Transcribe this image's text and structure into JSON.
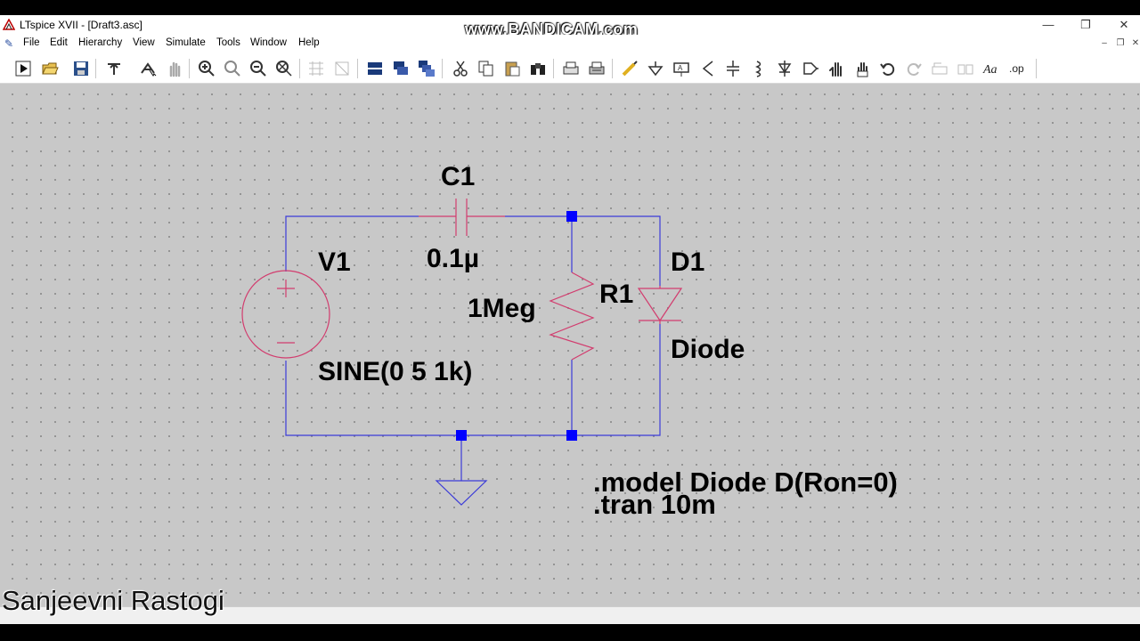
{
  "window": {
    "title": "LTspice XVII - [Draft3.asc]",
    "watermark": "www.BANDICAM.com",
    "minimize": "—",
    "restore": "❐",
    "close": "✕"
  },
  "menu": {
    "items": [
      "File",
      "Edit",
      "Hierarchy",
      "View",
      "Simulate",
      "Tools",
      "Window",
      "Help"
    ],
    "mdi_minimize": "–",
    "mdi_restore": "❐",
    "mdi_close": "✕"
  },
  "toolbar": {
    "icons": [
      "run-icon",
      "open-icon",
      "save-icon",
      "control-panel-icon",
      "pick-visible-traces-icon",
      "pan-icon",
      "zoom-in-icon",
      "zoom-full-icon",
      "zoom-out-icon",
      "zoom-fit-icon",
      "tile-horizontal-icon",
      "tile-vertical-icon",
      "window-1-icon",
      "window-2-icon",
      "window-3-icon",
      "cut-icon",
      "copy-icon",
      "paste-icon",
      "find-icon",
      "print-icon",
      "print-setup-icon",
      "wire-icon",
      "ground-icon",
      "label-net-icon",
      "resistor-icon",
      "capacitor-icon",
      "inductor-icon",
      "diode-icon",
      "component-icon",
      "move-icon",
      "drag-icon",
      "undo-icon",
      "redo-icon",
      "rotate-icon",
      "mirror-icon",
      "text-icon",
      "spice-directive-icon"
    ]
  },
  "schematic": {
    "c1_name": "C1",
    "c1_value": "0.1µ",
    "v1_name": "V1",
    "v1_value": "SINE(0 5 1k)",
    "r1_name": "R1",
    "r1_value": "1Meg",
    "d1_name": "D1",
    "d1_value": "Diode",
    "directive_model": ".model Diode D(Ron=0)",
    "directive_tran": ".tran 10m",
    "colors": {
      "wire": "#3b3bd8",
      "component": "#d23c6e",
      "junction": "#0000ff",
      "canvas": "#c8c8c8"
    }
  },
  "overlay": {
    "author": "Sanjeevni Rastogi"
  }
}
